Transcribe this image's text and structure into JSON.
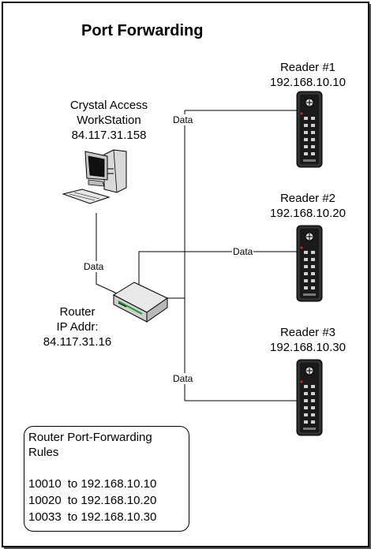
{
  "title": "Port Forwarding",
  "workstation": {
    "name": "Crystal Access",
    "name2": "WorkStation",
    "ip": "84.117.31.158"
  },
  "router": {
    "name": "Router",
    "ip_label": "IP Addr:",
    "ip": "84.117.31.16"
  },
  "readers": [
    {
      "name": "Reader #1",
      "ip": "192.168.10.10"
    },
    {
      "name": "Reader #2",
      "ip": "192.168.10.20"
    },
    {
      "name": "Reader #3",
      "ip": "192.168.10.30"
    }
  ],
  "link_label": "Data",
  "rules": {
    "title": "Router Port-Forwarding Rules",
    "items": [
      {
        "port": "10010",
        "target": "to 192.168.10.10"
      },
      {
        "port": "10020",
        "target": "to 192.168.10.20"
      },
      {
        "port": "10033",
        "target": "to 192.168.10.30"
      }
    ]
  }
}
